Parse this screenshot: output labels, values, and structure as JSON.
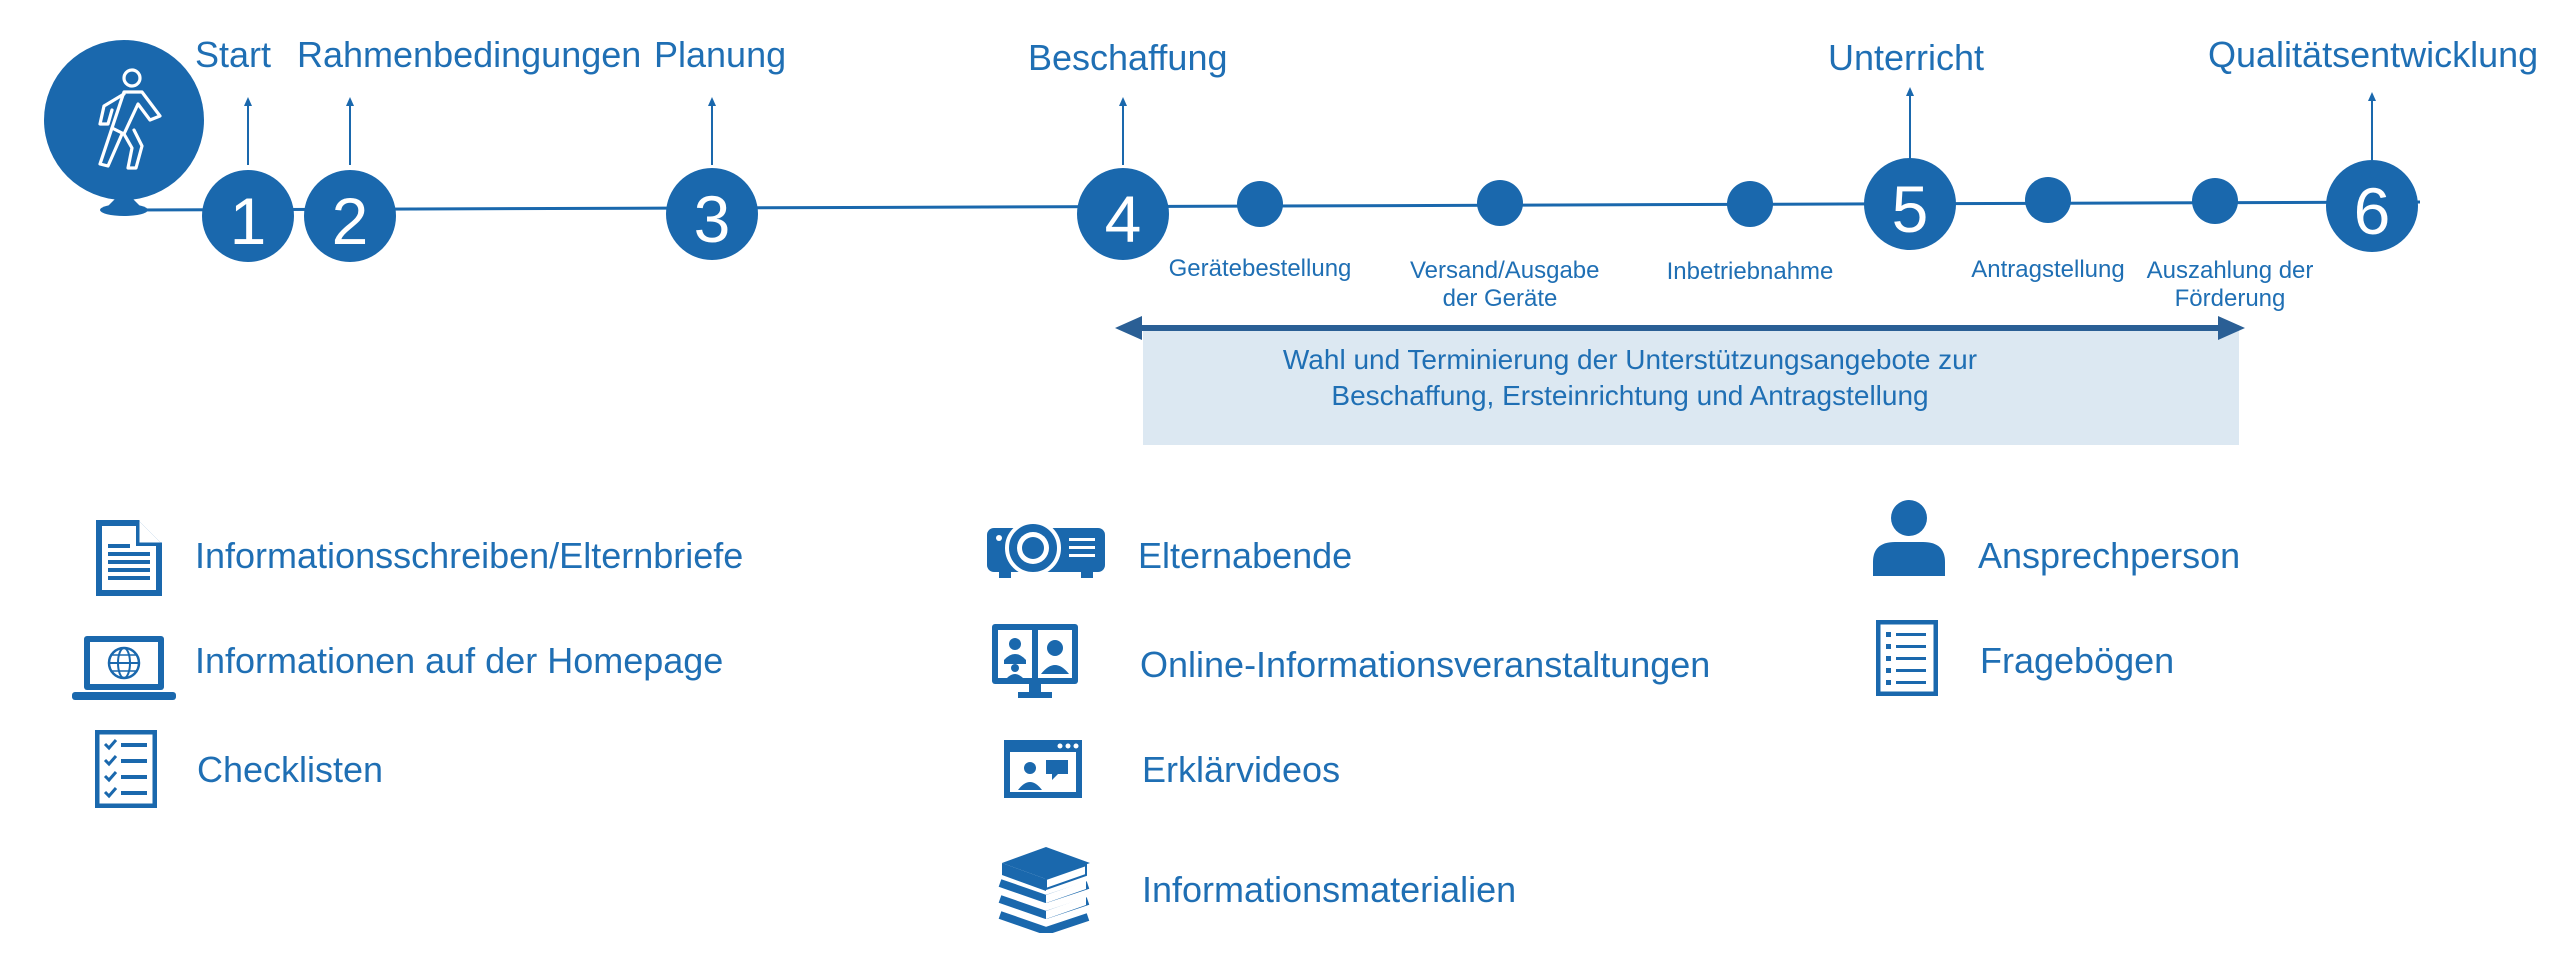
{
  "colors": {
    "primary": "#1a68ad",
    "text": "#1f6fb4",
    "band": "#dce8f2",
    "arrow": "#2a5f95",
    "background": "#ffffff"
  },
  "diagram": {
    "phases": [
      {
        "number": "1",
        "label": "Start"
      },
      {
        "number": "2",
        "label": "Rahmenbedingungen"
      },
      {
        "number": "3",
        "label": "Planung"
      },
      {
        "number": "4",
        "label": "Beschaffung"
      },
      {
        "number": "5",
        "label": "Unterricht"
      },
      {
        "number": "6",
        "label": "Qualitätsentwicklung"
      }
    ],
    "substeps": [
      {
        "label": "Gerätebestellung"
      },
      {
        "label": "Versand/Ausgabe der Geräte"
      },
      {
        "label": "Inbetriebnahme"
      },
      {
        "label": "Antragstellung"
      },
      {
        "label": "Auszahlung der Förderung"
      }
    ],
    "support_band": "Wahl und Terminierung der Unterstützungsangebote zur Beschaffung, Ersteinrichtung und Antragstellung",
    "start_icon": "walking-person-icon"
  },
  "legend": [
    {
      "label": "Informationsschreiben/Elternbriefe",
      "icon": "document-icon"
    },
    {
      "label": "Informationen auf der Homepage",
      "icon": "laptop-globe-icon"
    },
    {
      "label": "Checklisten",
      "icon": "checklist-icon"
    },
    {
      "label": "Elternabende",
      "icon": "projector-icon"
    },
    {
      "label": "Online-Informationsveranstaltungen",
      "icon": "video-conference-icon"
    },
    {
      "label": "Erklärvideos",
      "icon": "video-chat-icon"
    },
    {
      "label": "Informationsmaterialien",
      "icon": "books-icon"
    },
    {
      "label": "Ansprechperson",
      "icon": "person-icon"
    },
    {
      "label": "Fragebögen",
      "icon": "questionnaire-icon"
    }
  ]
}
